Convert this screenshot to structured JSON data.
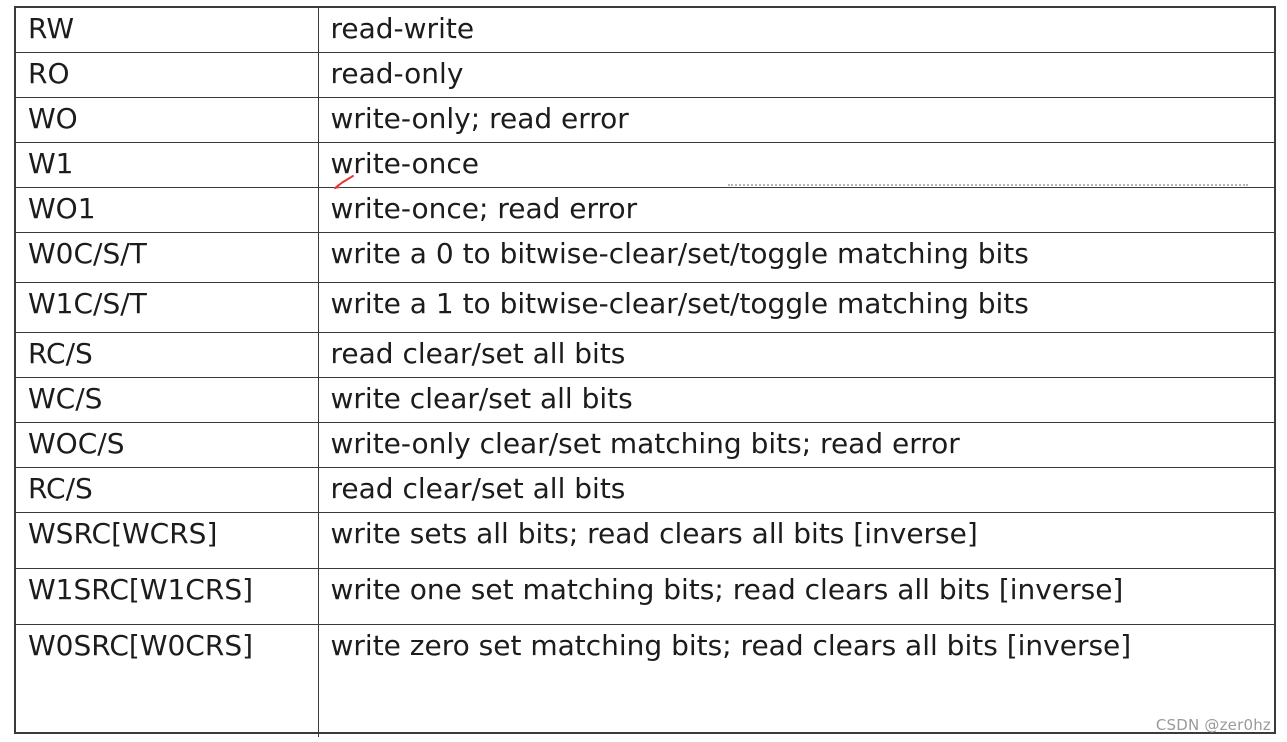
{
  "table": {
    "rows": [
      {
        "code": "RW",
        "description": "read-write"
      },
      {
        "code": "RO",
        "description": "read-only"
      },
      {
        "code": "WO",
        "description": "write-only; read error"
      },
      {
        "code": "W1",
        "description": "write-once"
      },
      {
        "code": "WO1",
        "description": "write-once; read error"
      },
      {
        "code": "W0C/S/T",
        "description": "write a 0 to bitwise-clear/set/toggle matching bits"
      },
      {
        "code": "W1C/S/T",
        "description": "write a 1 to bitwise-clear/set/toggle matching bits"
      },
      {
        "code": "RC/S",
        "description": "read clear/set all bits"
      },
      {
        "code": "WC/S",
        "description": "write clear/set all bits"
      },
      {
        "code": "WOC/S",
        "description": "write-only clear/set matching bits; read error"
      },
      {
        "code": "RC/S",
        "description": "read clear/set all bits"
      },
      {
        "code": "WSRC[WCRS]",
        "description": "write sets all bits; read clears all bits [inverse]"
      },
      {
        "code": "W1SRC[W1CRS]",
        "description": "write one set matching bits; read clears all bits [inverse]"
      },
      {
        "code": "W0SRC[W0CRS]",
        "description": "write zero set matching bits; read clears all bits [inverse]"
      }
    ]
  },
  "watermark": "CSDN @zer0hz",
  "annotation": {
    "pen_color": "#e23b3b"
  }
}
